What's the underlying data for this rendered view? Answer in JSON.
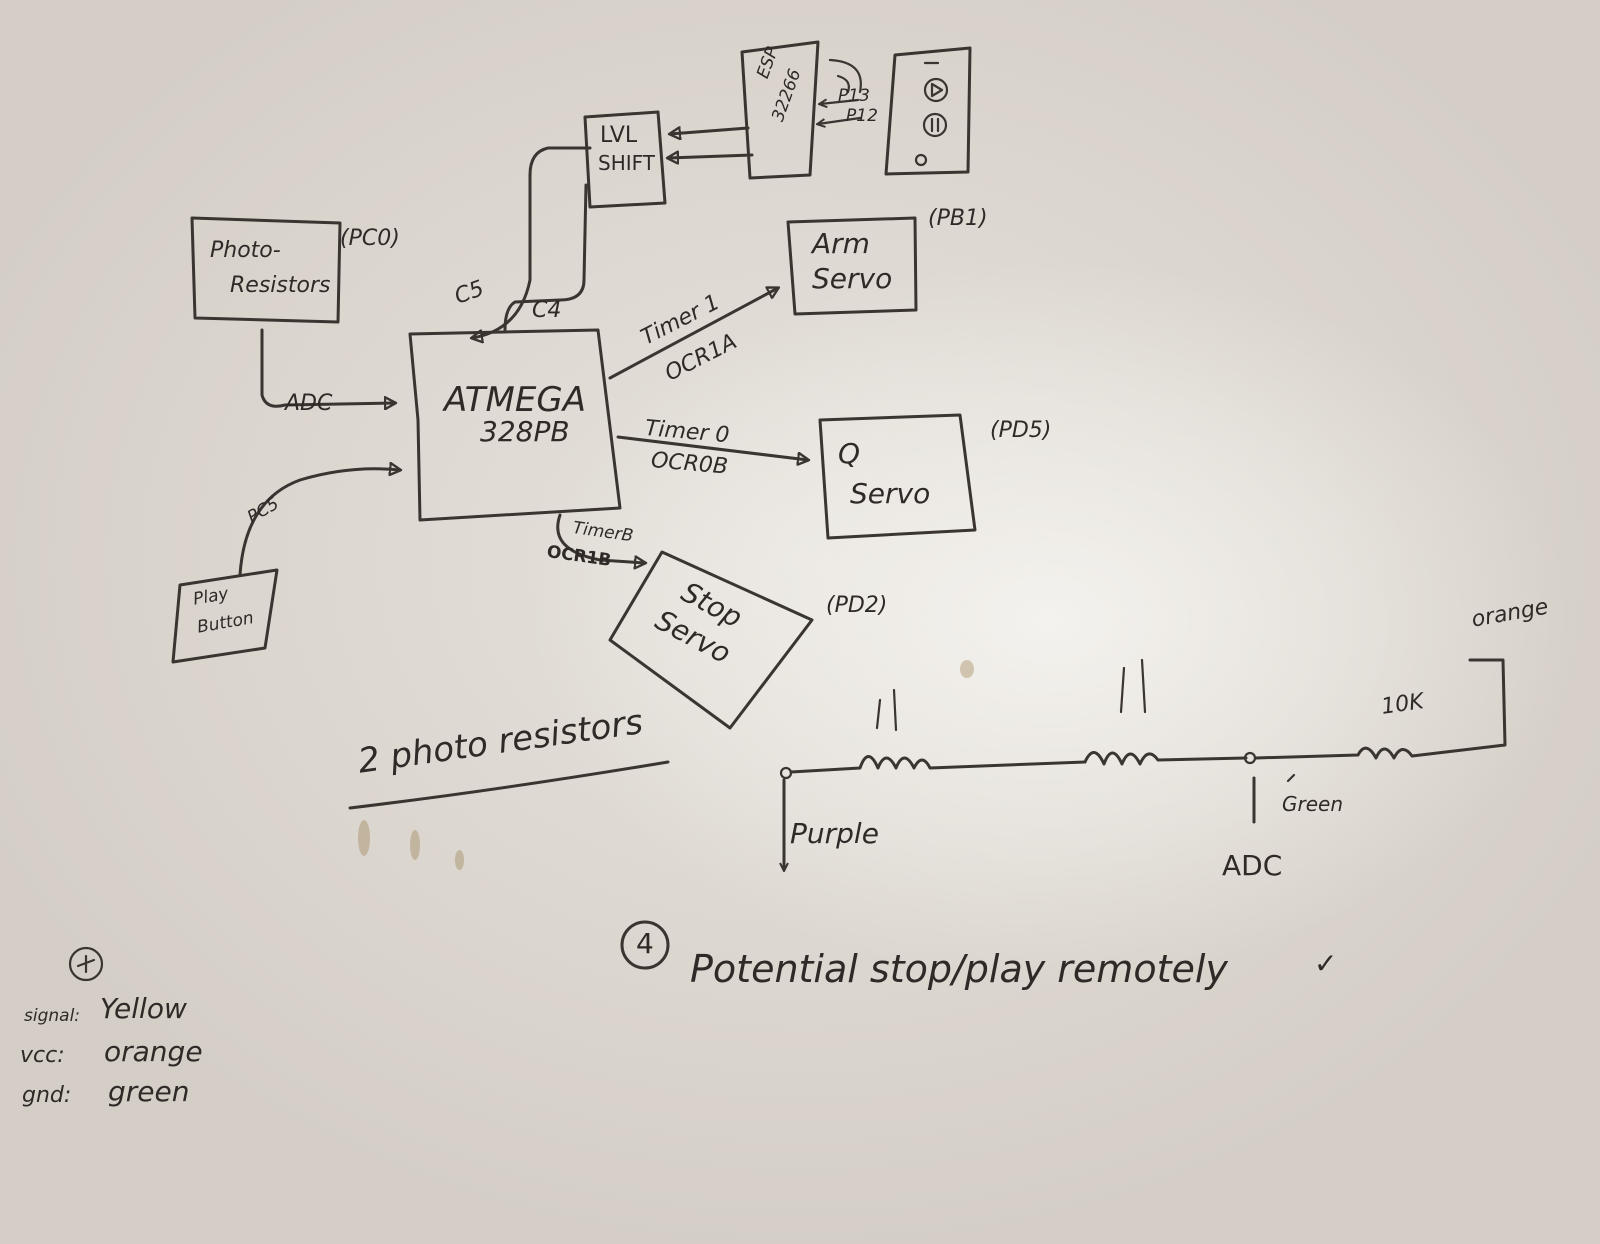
{
  "blocks": {
    "photo_resistors": {
      "line1": "Photo-",
      "line2": "Resistors",
      "pin": "(PC0)"
    },
    "atmega": {
      "line1": "ATMEGA",
      "line2": "328PB"
    },
    "lvl_shift": {
      "line1": "LVL",
      "line2": "SHIFT"
    },
    "esp": {
      "line1": "ESP",
      "line2": "32266"
    },
    "arm_servo": {
      "line1": "Arm",
      "line2": "Servo",
      "pin": "(PB1)"
    },
    "q_servo": {
      "line1": "Q",
      "line2": "Servo",
      "pin": "(PD5)"
    },
    "stop_servo": {
      "line1": "Stop",
      "line2": "Servo",
      "pin": "(PD2)"
    },
    "play_button": {
      "line1": "Play",
      "line2": "Button"
    },
    "remote": {
      "symbols": [
        "play-symbol",
        "pause-symbol",
        "circle-symbol"
      ]
    }
  },
  "connections": {
    "adc": "ADC",
    "c5": "C5",
    "c4": "C4",
    "p13": "P13",
    "p12": "P12",
    "timer1": "Timer 1",
    "ocr1a": "OCR1A",
    "timer0": "Timer 0",
    "ocr0b": "OCR0B",
    "timer_b": "TimerB",
    "ocr1b": "OCR1B",
    "pc5": "PC5"
  },
  "circuit": {
    "caption": "2 photo resistors",
    "purple": "Purple",
    "green": "Green",
    "adc": "ADC",
    "orange": "orange",
    "resistor": "10K"
  },
  "notes": {
    "item_number": "4",
    "potential": "Potential stop/play remotely",
    "check": "✓"
  },
  "legend": {
    "signal_label": "signal:",
    "signal_value": "Yellow",
    "vcc_label": "vcc:",
    "vcc_value": "orange",
    "gnd_label": "gnd:",
    "gnd_value": "green"
  }
}
